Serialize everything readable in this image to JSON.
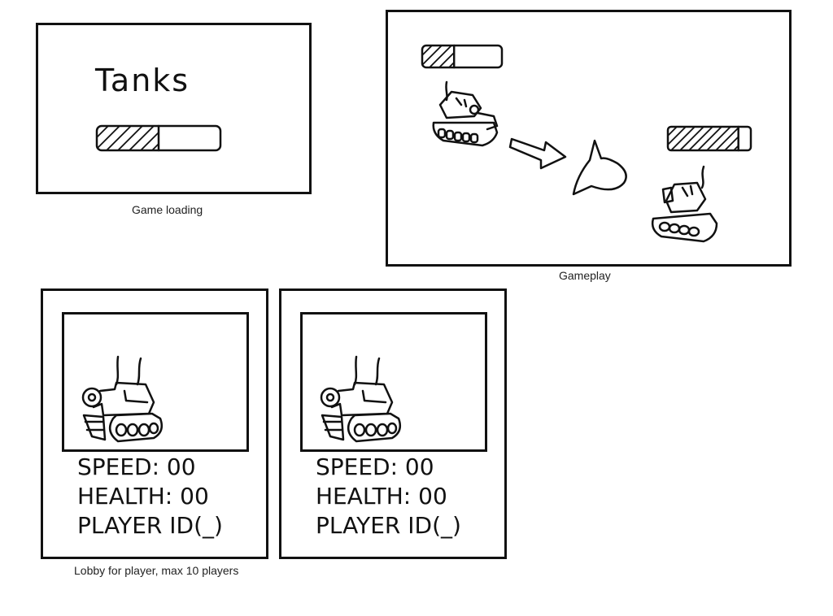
{
  "loading": {
    "title": "Tanks",
    "caption": "Game loading",
    "progress": 0.5
  },
  "gameplay": {
    "caption": "Gameplay",
    "player_health": 0.4,
    "enemy_health": 0.85
  },
  "lobby": {
    "caption": "Lobby for player, max 10 players",
    "cards": [
      {
        "speed": "SPEED: 00",
        "health": "HEALTH: 00",
        "player_id": "PLAYER ID(_)"
      },
      {
        "speed": "SPEED: 00",
        "health": "HEALTH: 00",
        "player_id": "PLAYER ID(_)"
      }
    ]
  },
  "icons": [
    "tank-icon",
    "arrow-right-icon",
    "projectile-icon",
    "progress-bar"
  ]
}
